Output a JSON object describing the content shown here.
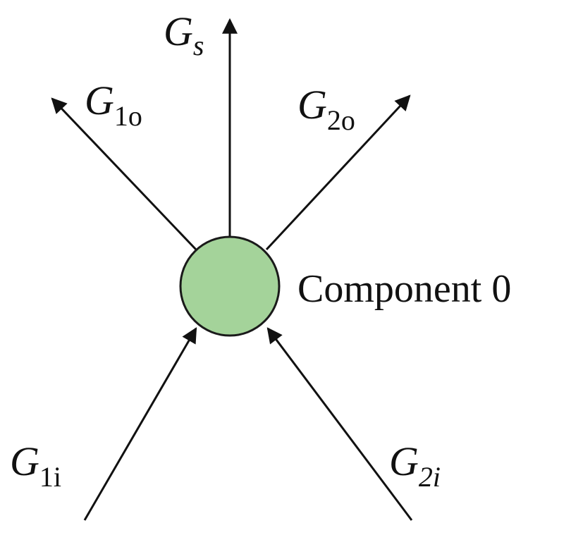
{
  "node": {
    "label": "Component 0",
    "fill": "#a4d39a",
    "stroke": "#1a1a1a"
  },
  "flows": [
    {
      "id": "Gs",
      "symbol": "G",
      "subscript": "s",
      "direction": "outgoing"
    },
    {
      "id": "G1o",
      "symbol": "G",
      "subscript": "1o",
      "direction": "outgoing"
    },
    {
      "id": "G2o",
      "symbol": "G",
      "subscript": "2o",
      "direction": "outgoing"
    },
    {
      "id": "G1i",
      "symbol": "G",
      "subscript": "1i",
      "direction": "incoming"
    },
    {
      "id": "G2i",
      "symbol": "G",
      "subscript": "2i",
      "direction": "incoming"
    }
  ]
}
